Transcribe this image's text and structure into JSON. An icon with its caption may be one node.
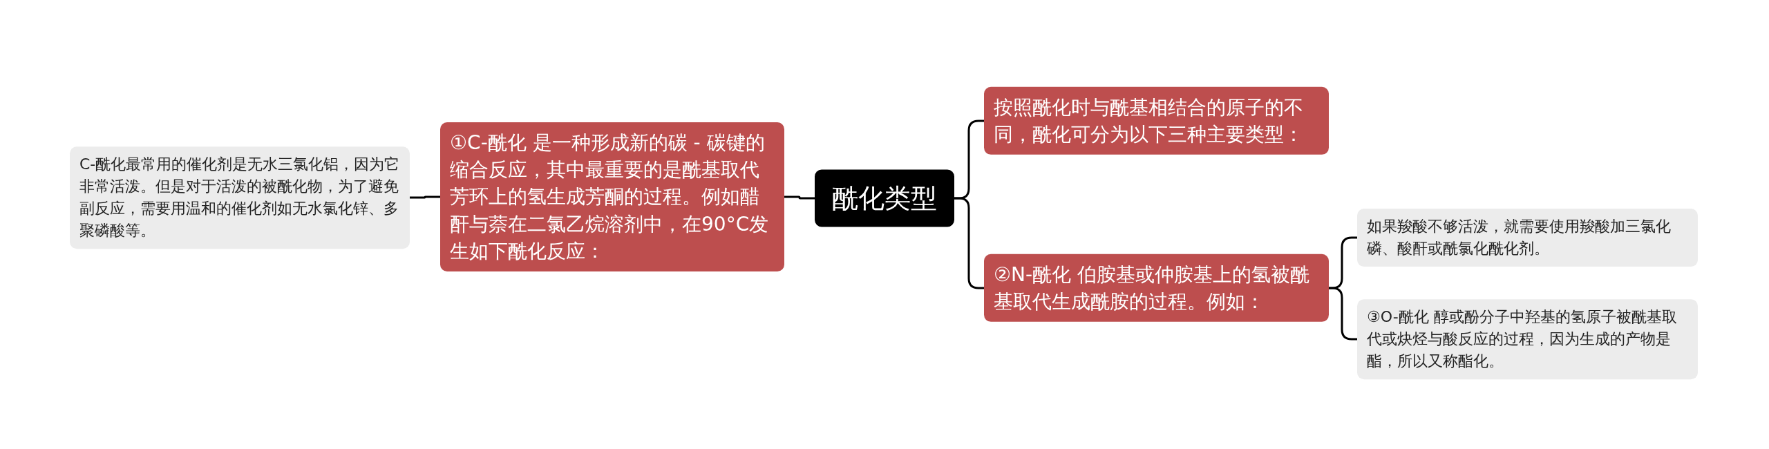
{
  "diagram": {
    "nodes": [
      {
        "text": [
          "酰化类型"
        ]
      },
      {
        "text": [
          "按照酰化时与酰基相结合的原子的不同，酰化可分为以下三种主要类型："
        ]
      },
      {
        "text": [
          "②N-酰化 伯胺基或仲胺基上的氢被酰基取代生成酰胺的过程。例如："
        ]
      },
      {
        "text": [
          "如果羧酸不够活泼，就需要使用羧酸加三氯化磷、酸酐或酰氯化酰化剂。"
        ]
      },
      {
        "text": [
          "③O-酰化 醇或酚分子中羟基的氢原子被酰基取代或炔烃与酸反应的过程，因为生成的产物是酯，所以又称酯化。"
        ]
      },
      {
        "text": [
          "①C-酰化 是一种形成新的碳 - 碳键的缩合反应，其中最重要的是酰基取代芳环上的氢生成芳酮的过程。例如醋酐与萘在二氯乙烷溶剂中，在90°C发生如下酰化反应："
        ]
      },
      {
        "text": [
          "C-酰化最常用的催化剂是无水三氯化铝，因为它非常活泼。但是对于活泼的被酰化物，为了避免副反应，需要用温和的催化剂如无水氯化锌、多聚磷酸等。"
        ]
      }
    ],
    "edges": [
      {
        "from": 0,
        "to": 1,
        "arrow": "none"
      },
      {
        "from": 0,
        "to": 2,
        "arrow": "none"
      },
      {
        "from": 2,
        "to": 3,
        "arrow": "none"
      },
      {
        "from": 2,
        "to": 4,
        "arrow": "none"
      },
      {
        "from": 0,
        "to": 5,
        "arrow": "none"
      },
      {
        "from": 5,
        "to": 6,
        "arrow": "none"
      }
    ]
  }
}
